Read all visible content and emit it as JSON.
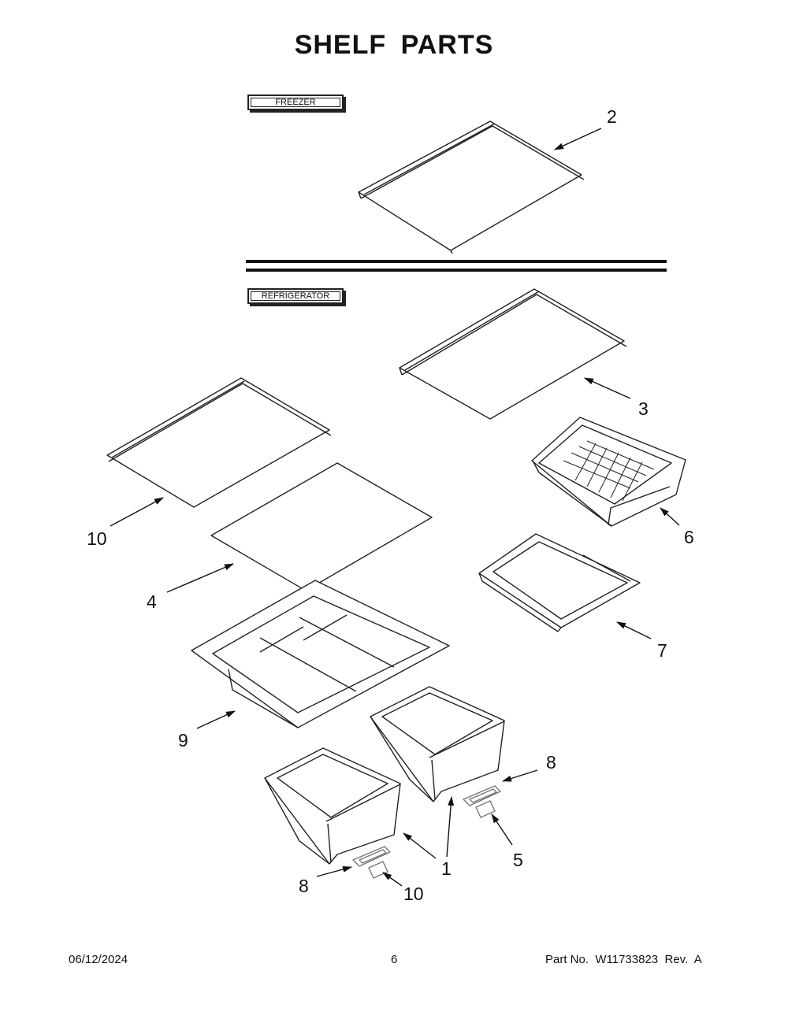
{
  "page": {
    "title": "SHELF PARTS",
    "sections": {
      "freezer": "FREEZER",
      "refrigerator": "REFRIGERATOR"
    },
    "footer": {
      "date": "06/12/2024",
      "page_number": "6",
      "part_no": "Part No.  W11733823  Rev.  A"
    }
  },
  "callouts": [
    "2",
    "3",
    "10",
    "6",
    "4",
    "7",
    "9",
    "8",
    "1",
    "5",
    "8",
    "10"
  ]
}
